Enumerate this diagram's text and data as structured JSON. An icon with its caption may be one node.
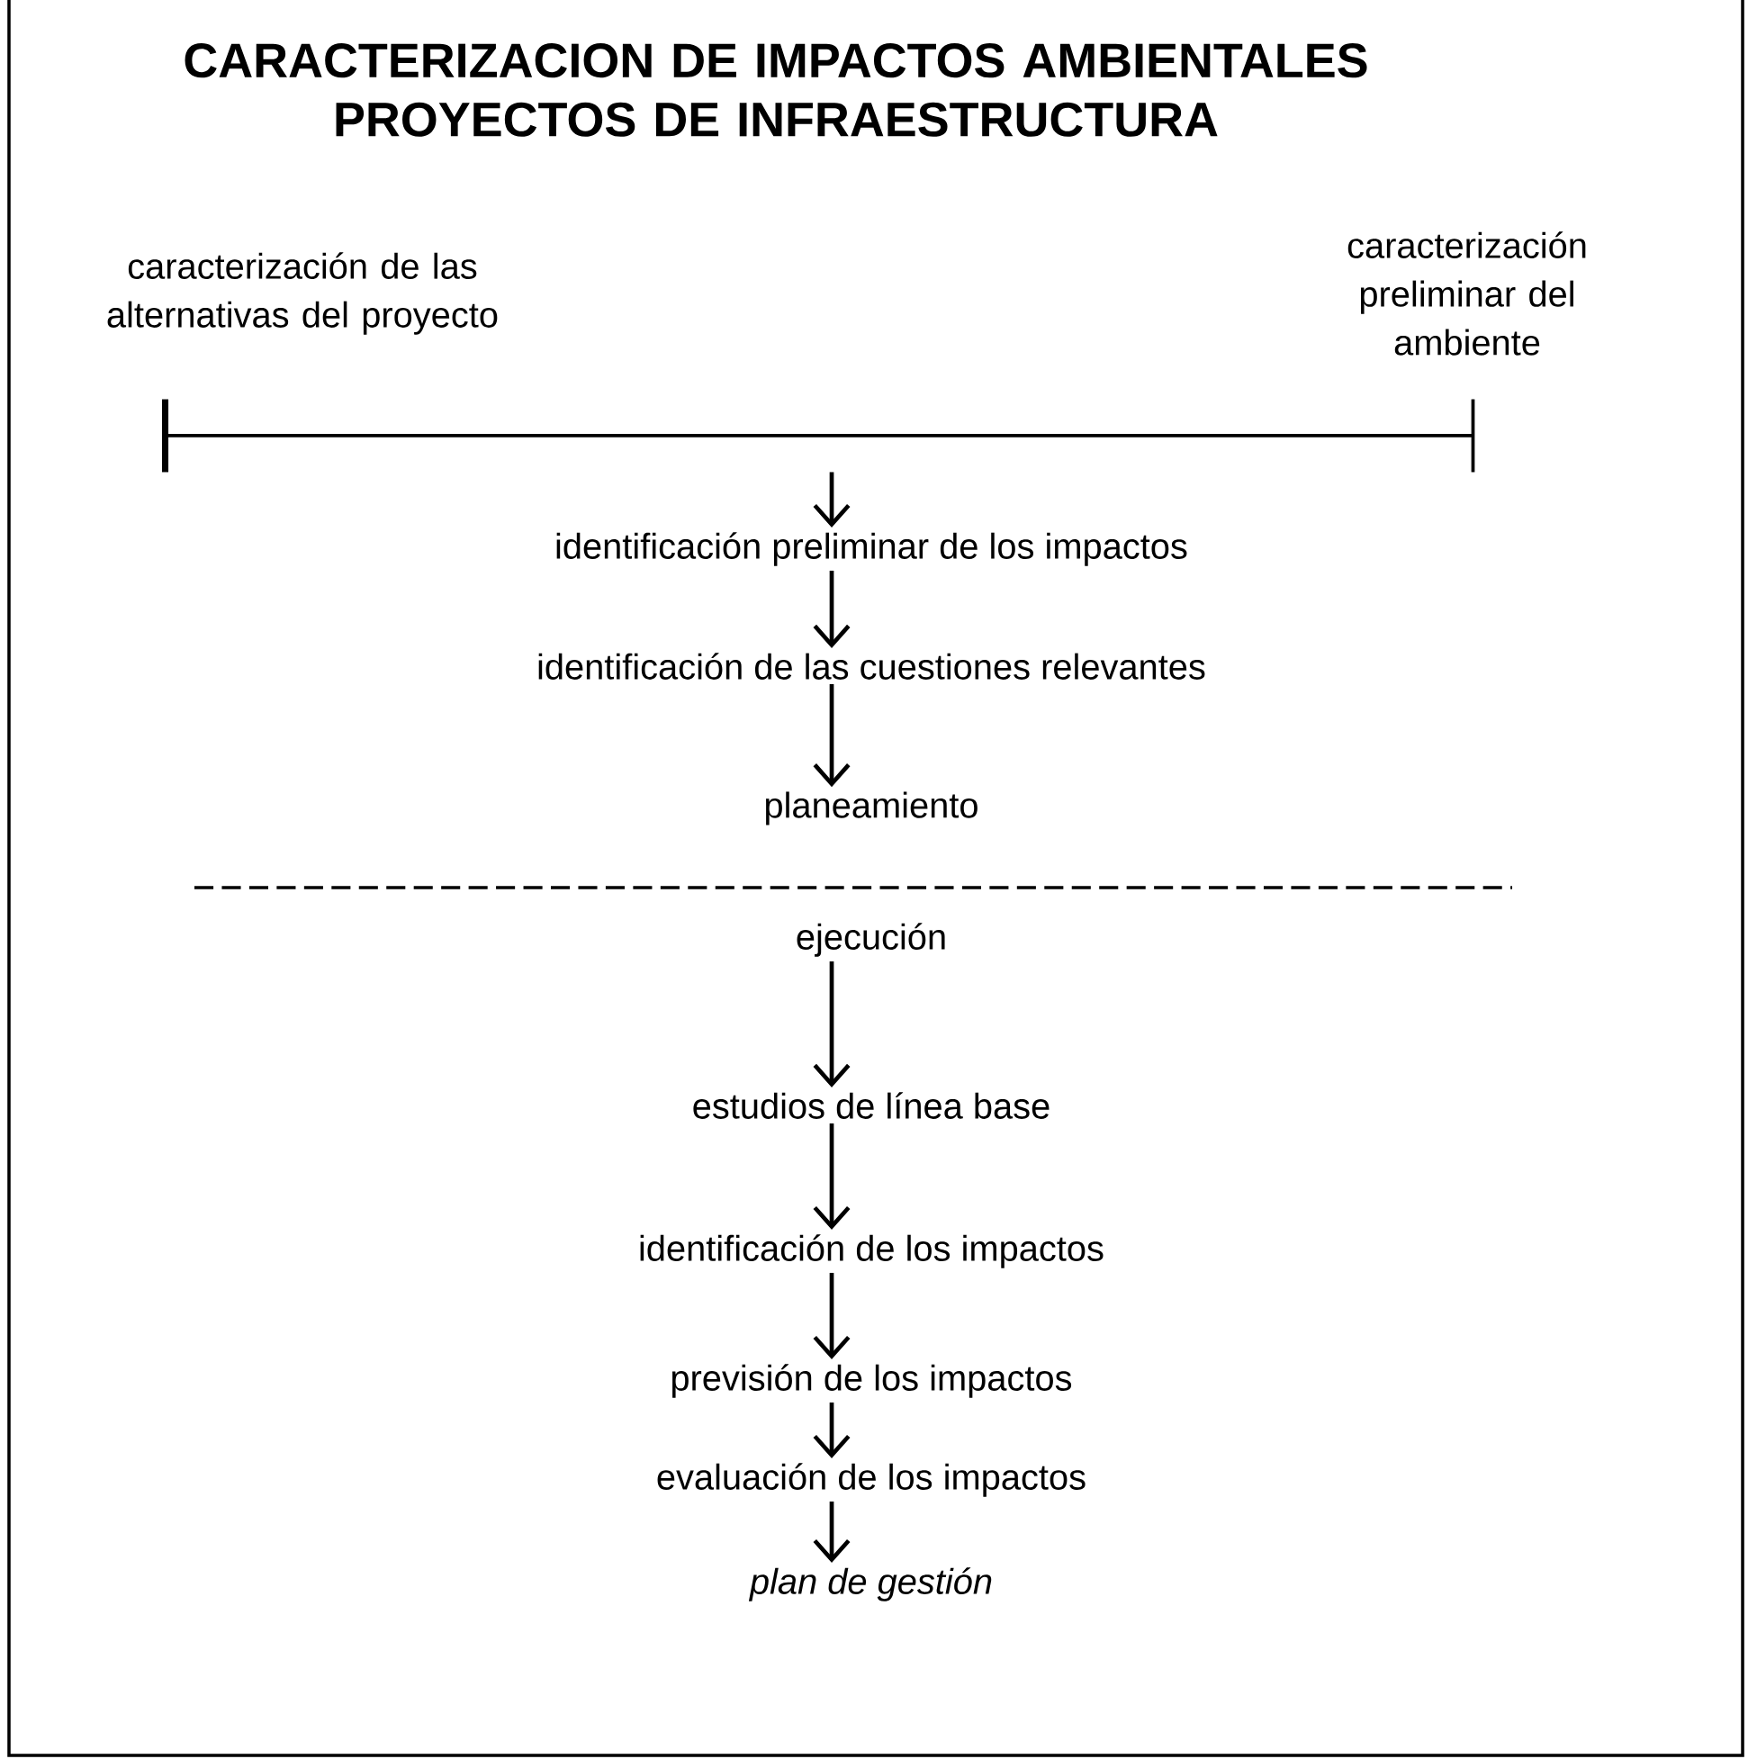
{
  "diagram": {
    "title": "CARACTERIZACION DE IMPACTOS AMBIENTALES PROYECTOS DE INFRAESTRUCTURA",
    "nodes": [
      {
        "text": [],
        "shape": "bar"
      },
      {
        "text": [
          "identificación preliminar de los impactos"
        ]
      },
      {
        "text": [
          "identificación de las cuestiones relevantes"
        ]
      },
      {
        "text": [
          "planeamiento"
        ]
      },
      {
        "text": [
          "ejecución"
        ]
      },
      {
        "text": [
          "estudios de línea base"
        ]
      },
      {
        "text": [
          "identificación de los impactos"
        ]
      },
      {
        "text": [
          "previsión de  los impactos"
        ]
      },
      {
        "text": [
          "evaluación de los impactos"
        ]
      },
      {
        "text": [
          "plan de gestión"
        ]
      }
    ],
    "edges": [
      {
        "from": 0,
        "to": 1,
        "arrow": "to"
      },
      {
        "from": 1,
        "to": 2,
        "arrow": "to"
      },
      {
        "from": 2,
        "to": 3,
        "arrow": "to"
      },
      {
        "from": 4,
        "to": 5,
        "arrow": "to"
      },
      {
        "from": 5,
        "to": 6,
        "arrow": "to"
      },
      {
        "from": 6,
        "to": 7,
        "arrow": "to"
      },
      {
        "from": 7,
        "to": 8,
        "arrow": "to"
      },
      {
        "from": 8,
        "to": 9,
        "arrow": "to"
      }
    ],
    "labels": [
      "caracterización de las alternativas del proyecto",
      "caracterización preliminar del ambiente"
    ]
  }
}
